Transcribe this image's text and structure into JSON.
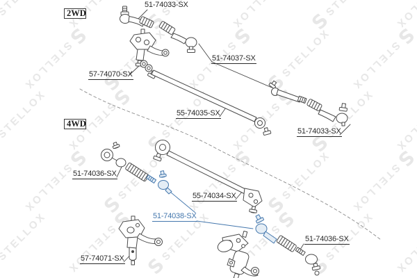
{
  "diagram": {
    "type": "exploded-parts-diagram",
    "subject": "steering linkage",
    "sections": [
      {
        "id": "2wd",
        "label": "2WD"
      },
      {
        "id": "4wd",
        "label": "4WD"
      }
    ],
    "labels": [
      {
        "id": "tie-rod-end-2wd-top",
        "text": "51-74033-SX",
        "highlighted": false
      },
      {
        "id": "idler-arm-2wd",
        "text": "57-74070-SX",
        "highlighted": false
      },
      {
        "id": "drag-link-end-2wd",
        "text": "51-74037-SX",
        "highlighted": false
      },
      {
        "id": "center-link-2wd",
        "text": "55-74035-SX",
        "highlighted": false
      },
      {
        "id": "tie-rod-end-2wd-right",
        "text": "51-74033-SX",
        "highlighted": false
      },
      {
        "id": "tie-rod-4wd-left",
        "text": "51-74036-SX",
        "highlighted": false
      },
      {
        "id": "center-link-4wd",
        "text": "55-74034-SX",
        "highlighted": false
      },
      {
        "id": "inner-tie-rod-4wd",
        "text": "51-74038-SX",
        "highlighted": true
      },
      {
        "id": "idler-arm-4wd",
        "text": "57-74071-SX",
        "highlighted": false
      },
      {
        "id": "tie-rod-end-4wd-right",
        "text": "51-74036-SX",
        "highlighted": false
      }
    ]
  },
  "watermark": {
    "text": "STELLOX",
    "logo": "S"
  },
  "colors": {
    "line_art": "#4a4a4a",
    "highlight_blue": "#4477ad",
    "highlight_fill": "#e4edf5",
    "watermark_grey": "#e7e7e7",
    "label_text": "#2a2a2a"
  }
}
